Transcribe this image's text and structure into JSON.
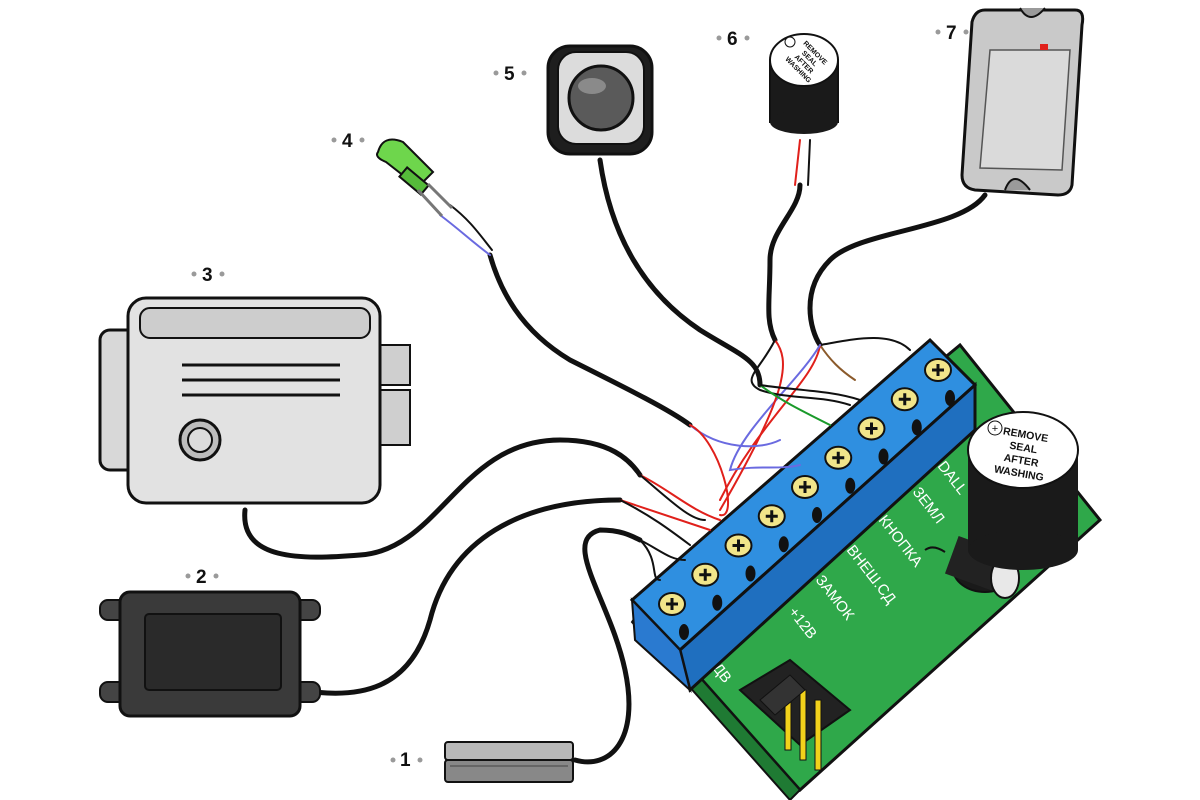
{
  "callouts": [
    {
      "n": "1"
    },
    {
      "n": "2"
    },
    {
      "n": "3"
    },
    {
      "n": "4"
    },
    {
      "n": "5"
    },
    {
      "n": "6"
    },
    {
      "n": "7"
    }
  ],
  "board_labels": [
    "DALL",
    "ЗЕМЛ",
    "КНОПКА",
    "ВНЕШ.СД",
    "ЗАМОК",
    "+12В",
    "ДВ"
  ],
  "buzzer_text": [
    "REMOVE",
    "SEAL",
    "AFTER",
    "WASHING"
  ],
  "colors": {
    "pcb": "#2fa84a",
    "terminal": "#2f8fe0",
    "wire_black": "#111111",
    "wire_red": "#e0201b",
    "wire_green": "#1a9a2a",
    "wire_blue": "#6a6ae0",
    "wire_brown": "#8b5a2b",
    "led": "#6ed64c"
  }
}
